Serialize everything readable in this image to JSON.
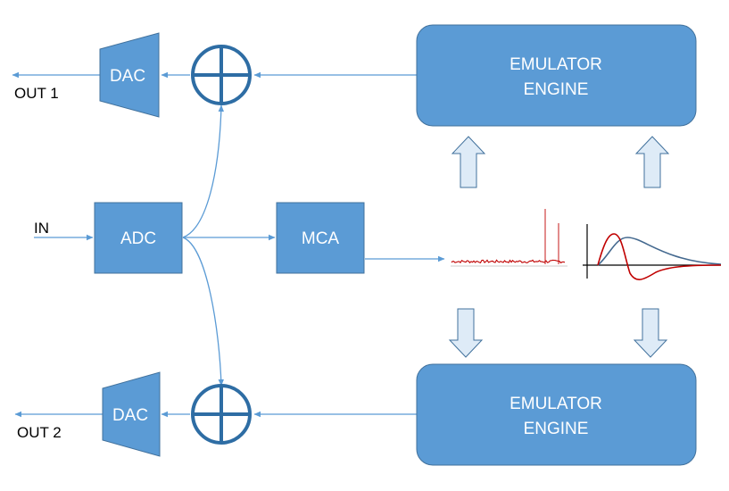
{
  "blocks": {
    "emulator_top": {
      "line1": "EMULATOR",
      "line2": "ENGINE"
    },
    "emulator_bottom": {
      "line1": "EMULATOR",
      "line2": "ENGINE"
    },
    "dac_top": "DAC",
    "dac_bottom": "DAC",
    "adc": "ADC",
    "mca": "MCA"
  },
  "ports": {
    "input": "IN",
    "out1": "OUT 1",
    "out2": "OUT 2"
  },
  "colors": {
    "block_fill": "#5b9bd5",
    "block_stroke": "#41719c",
    "summer_stroke": "#2e6da4",
    "wire": "#5b9bd5",
    "hollow_arrow_fill": "#deebf7",
    "hollow_arrow_stroke": "#41719c",
    "spectrum_trace": "#c00000",
    "pulse_dark_red": "#c00000",
    "pulse_blue": "#44698f"
  },
  "icons": {
    "summer": "circle-plus-icon",
    "spectrum": "spectrum-plot-icon",
    "pulse": "pulse-shape-icon"
  }
}
